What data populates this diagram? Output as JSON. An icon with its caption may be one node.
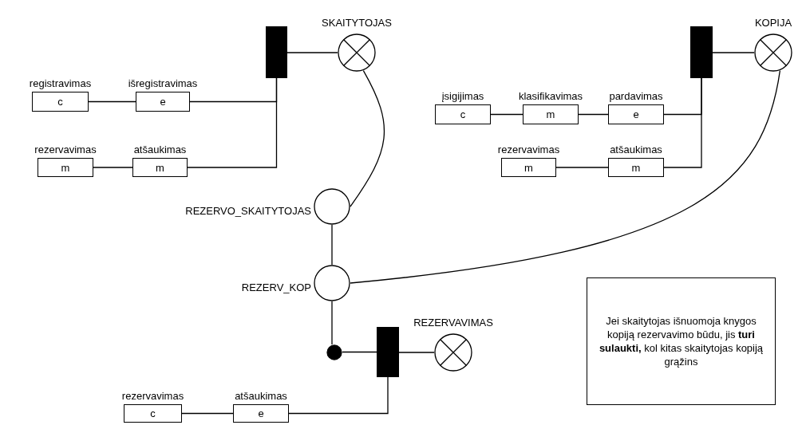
{
  "diagram": {
    "nodes": [
      {
        "text": [
          "SKAITYTOJAS"
        ]
      },
      {
        "text": [],
        "shape": "bar"
      },
      {
        "text": [
          "registravimas",
          "c"
        ]
      },
      {
        "text": [
          "išregistravimas",
          "e"
        ]
      },
      {
        "text": [
          "rezervavimas",
          "m"
        ]
      },
      {
        "text": [
          "atšaukimas",
          "m"
        ]
      },
      {
        "text": [
          "KOPIJA"
        ]
      },
      {
        "text": [],
        "shape": "bar"
      },
      {
        "text": [
          "įsigijimas",
          "c"
        ]
      },
      {
        "text": [
          "klasifikavimas",
          "m"
        ]
      },
      {
        "text": [
          "pardavimas",
          "e"
        ]
      },
      {
        "text": [
          "rezervavimas",
          "m"
        ]
      },
      {
        "text": [
          "atšaukimas",
          "m"
        ]
      },
      {
        "text": [
          "REZERVO_SKAITYTOJAS"
        ]
      },
      {
        "text": [
          "REZERV_KOP"
        ]
      },
      {
        "text": [],
        "shape": "circle"
      },
      {
        "text": [],
        "shape": "bar"
      },
      {
        "text": [
          "REZERVAVIMAS"
        ]
      },
      {
        "text": [
          "rezervavimas",
          "c"
        ]
      },
      {
        "text": [
          "atšaukimas",
          "e"
        ]
      },
      {
        "text": [
          "Jei skaitytojas išnuomoja knygos kopiją rezervavimo būdu, jis **turi sulaukti,** kol kitas skaitytojas kopiją grąžins"
        ]
      }
    ],
    "edges": [
      {
        "from": 1,
        "to": 0,
        "arrow": "none"
      },
      {
        "from": 2,
        "to": 3,
        "arrow": "none"
      },
      {
        "from": 3,
        "to": 1,
        "arrow": "none"
      },
      {
        "from": 4,
        "to": 5,
        "arrow": "none"
      },
      {
        "from": 5,
        "to": 1,
        "arrow": "none"
      },
      {
        "from": 7,
        "to": 6,
        "arrow": "none"
      },
      {
        "from": 8,
        "to": 9,
        "arrow": "none"
      },
      {
        "from": 9,
        "to": 10,
        "arrow": "none"
      },
      {
        "from": 10,
        "to": 7,
        "arrow": "none"
      },
      {
        "from": 11,
        "to": 12,
        "arrow": "none"
      },
      {
        "from": 12,
        "to": 7,
        "arrow": "none"
      },
      {
        "from": 0,
        "to": 13,
        "arrow": "none"
      },
      {
        "from": 6,
        "to": 14,
        "arrow": "none"
      },
      {
        "from": 13,
        "to": 14,
        "arrow": "none"
      },
      {
        "from": 14,
        "to": 15,
        "arrow": "none"
      },
      {
        "from": 15,
        "to": 16,
        "arrow": "none"
      },
      {
        "from": 16,
        "to": 17,
        "arrow": "none"
      },
      {
        "from": 18,
        "to": 19,
        "arrow": "none"
      },
      {
        "from": 19,
        "to": 16,
        "arrow": "none"
      }
    ]
  }
}
